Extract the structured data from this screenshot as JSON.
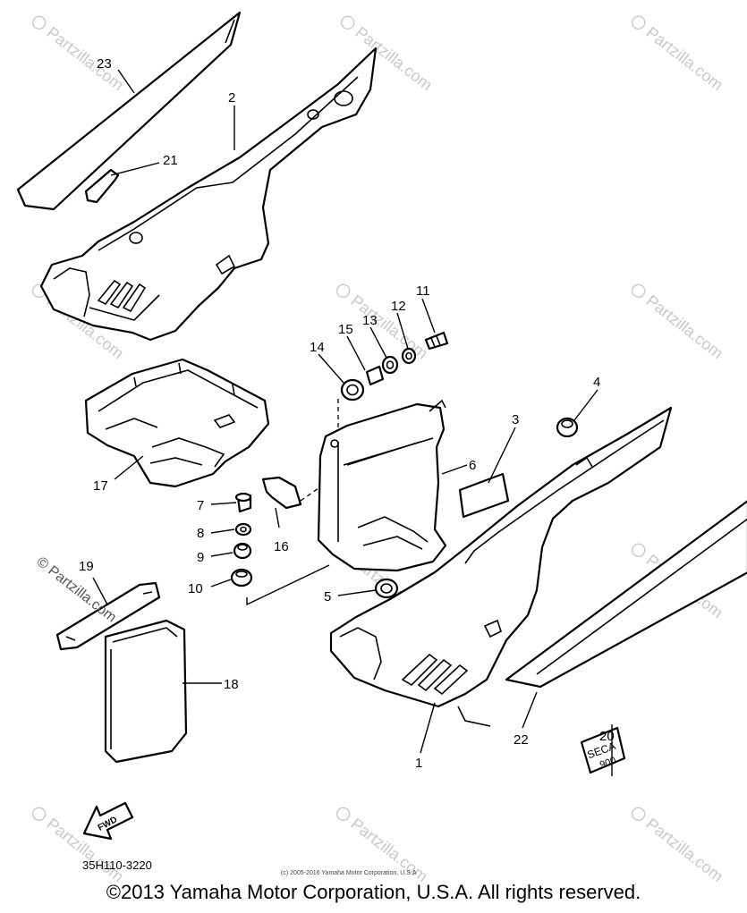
{
  "callouts": [
    "23",
    "2",
    "21",
    "11",
    "12",
    "13",
    "15",
    "14",
    "4",
    "3",
    "6",
    "17",
    "7",
    "8",
    "9",
    "10",
    "16",
    "5",
    "19",
    "18",
    "1",
    "22",
    "20"
  ],
  "side_watermark": "© Partzilla.com",
  "emblem_text": {
    "line1": "SECA",
    "line2": "900"
  },
  "fwd_label": "FWD",
  "catalog_code": "35H110-3220",
  "small_copyright": "(c) 2005-2016 Yamaha Motor Corporation, U.S.A",
  "copyright": "©2013 Yamaha Motor Corporation, U.S.A. All rights reserved."
}
